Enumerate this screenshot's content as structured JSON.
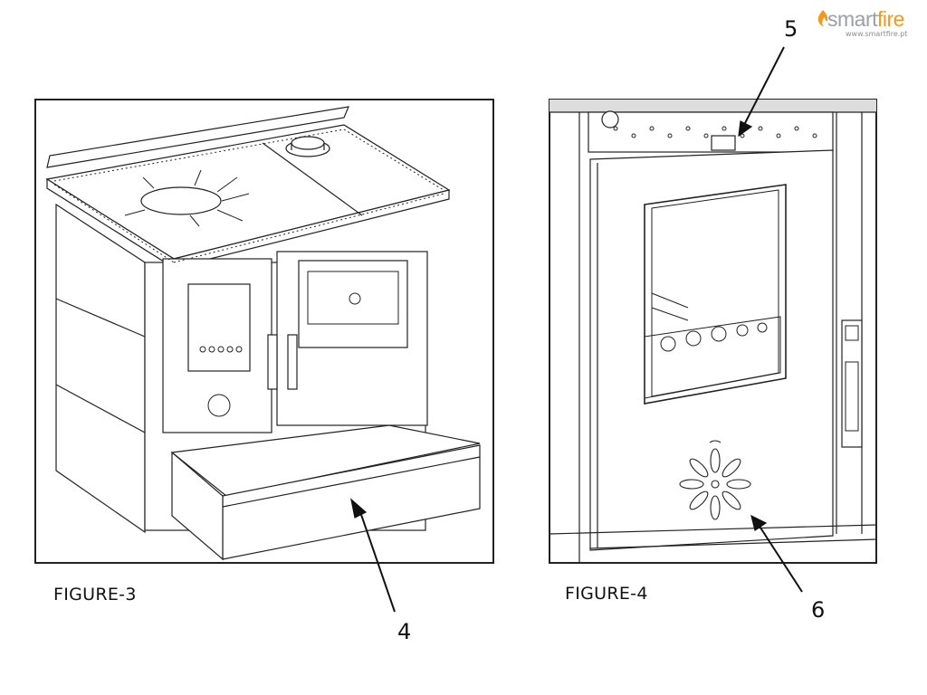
{
  "logo": {
    "word_smart": "smart",
    "word_fire": "fire",
    "url": "www.smartfire.pt",
    "flame_color": "#f39a1e"
  },
  "figures": [
    {
      "caption": "FIGURE-3",
      "callouts": [
        {
          "label": "4"
        }
      ]
    },
    {
      "caption": "FIGURE-4",
      "callouts": [
        {
          "label": "5"
        },
        {
          "label": "6"
        }
      ]
    }
  ]
}
